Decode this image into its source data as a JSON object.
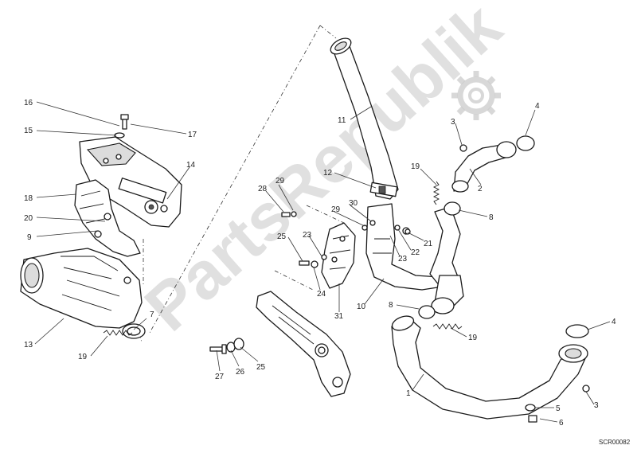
{
  "watermark": {
    "text": "PartsRepublik",
    "icon": "gear-icon"
  },
  "drawing_code": "SCR00082",
  "callouts": {
    "c16": "16",
    "c15": "15",
    "c17": "17",
    "c14": "14",
    "c18": "18",
    "c20": "20",
    "c9": "9",
    "c13": "13",
    "c7": "7",
    "c19a": "19",
    "c11": "11",
    "c12": "12",
    "c19b": "19",
    "c3a": "3",
    "c4a": "4",
    "c2": "2",
    "c8a": "8",
    "c28": "28",
    "c29a": "29",
    "c30": "30",
    "c29b": "29",
    "c21": "21",
    "c22": "22",
    "c23a": "23",
    "c23b": "23",
    "c25a": "25",
    "c24": "24",
    "c31": "31",
    "c10": "10",
    "c8b": "8",
    "c19c": "19",
    "c4b": "4",
    "c1": "1",
    "c3b": "3",
    "c5": "5",
    "c6": "6",
    "c27": "27",
    "c26": "26",
    "c25b": "25"
  }
}
